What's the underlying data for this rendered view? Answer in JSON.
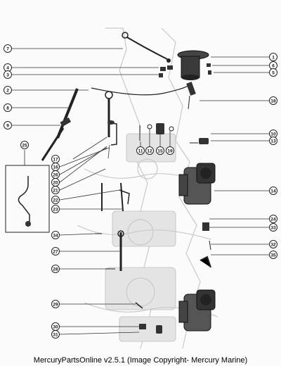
{
  "caption": "MercuryPartsOnline v2.5.1 (Image Copyright- Mercury Marine)",
  "callouts": [
    "7",
    "4",
    "3",
    "2",
    "8",
    "9",
    "25",
    "1",
    "6",
    "5",
    "18",
    "10",
    "13",
    "14",
    "11",
    "12",
    "15",
    "19",
    "17",
    "16",
    "26",
    "20",
    "21",
    "22",
    "23",
    "24",
    "33",
    "32",
    "35",
    "34",
    "27",
    "28",
    "29",
    "30",
    "31"
  ]
}
